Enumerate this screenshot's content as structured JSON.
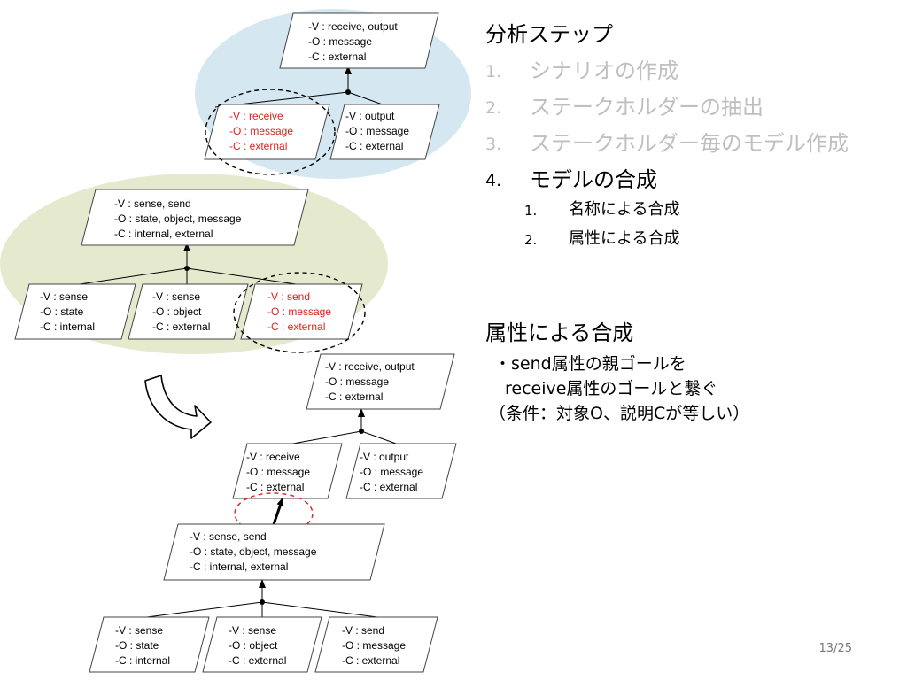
{
  "panel": {
    "title": "分析ステップ",
    "steps": [
      {
        "num": "1.",
        "text": "シナリオの作成",
        "active": false
      },
      {
        "num": "2.",
        "text": "ステークホルダーの抽出",
        "active": false
      },
      {
        "num": "3.",
        "text": "ステークホルダー毎のモデル作成",
        "active": false
      },
      {
        "num": "4.",
        "text": "モデルの合成",
        "active": true
      }
    ],
    "substeps": [
      {
        "num": "1.",
        "text": "名称による合成"
      },
      {
        "num": "2.",
        "text": "属性による合成"
      }
    ],
    "section_title": "属性による合成",
    "notes": [
      "・send属性の親ゴールを",
      "receive属性のゴールと繋ぐ",
      "（条件：対象O、説明Cが等しい）"
    ]
  },
  "page_number": "13/25",
  "colors": {
    "highlight_text": "#e0201c",
    "blue_ellipse": "#d5e7f1",
    "green_ellipse": "#e5eacf",
    "inactive_step": "#bfbfbf",
    "dashed_red": "#e0201c"
  },
  "boxes": {
    "top_parent": [
      "-V : receive, output",
      "-O : message",
      "-C : external"
    ],
    "top_left": [
      "-V : receive",
      "-O : message",
      "-C : external"
    ],
    "top_right": [
      "-V : output",
      "-O : message",
      "-C : external"
    ],
    "mid_parent": [
      "-V : sense, send",
      "-O : state, object, message",
      "-C : internal, external"
    ],
    "mid_1": [
      "-V : sense",
      "-O : state",
      "-C : internal"
    ],
    "mid_2": [
      "-V : sense",
      "-O : object",
      "-C : external"
    ],
    "mid_3": [
      "-V : send",
      "-O : message",
      "-C : external"
    ],
    "res_top": [
      "-V : receive, output",
      "-O : message",
      "-C : external"
    ],
    "res_l": [
      "-V : receive",
      "-O : message",
      "-C : external"
    ],
    "res_r": [
      "-V : output",
      "-O : message",
      "-C : external"
    ],
    "res_mid": [
      "-V : sense, send",
      "-O : state, object, message",
      "-C : internal, external"
    ],
    "res_b1": [
      "-V : sense",
      "-O : state",
      "-C : internal"
    ],
    "res_b2": [
      "-V : sense",
      "-O : object",
      "-C : external"
    ],
    "res_b3": [
      "-V : send",
      "-O : message",
      "-C : external"
    ]
  }
}
